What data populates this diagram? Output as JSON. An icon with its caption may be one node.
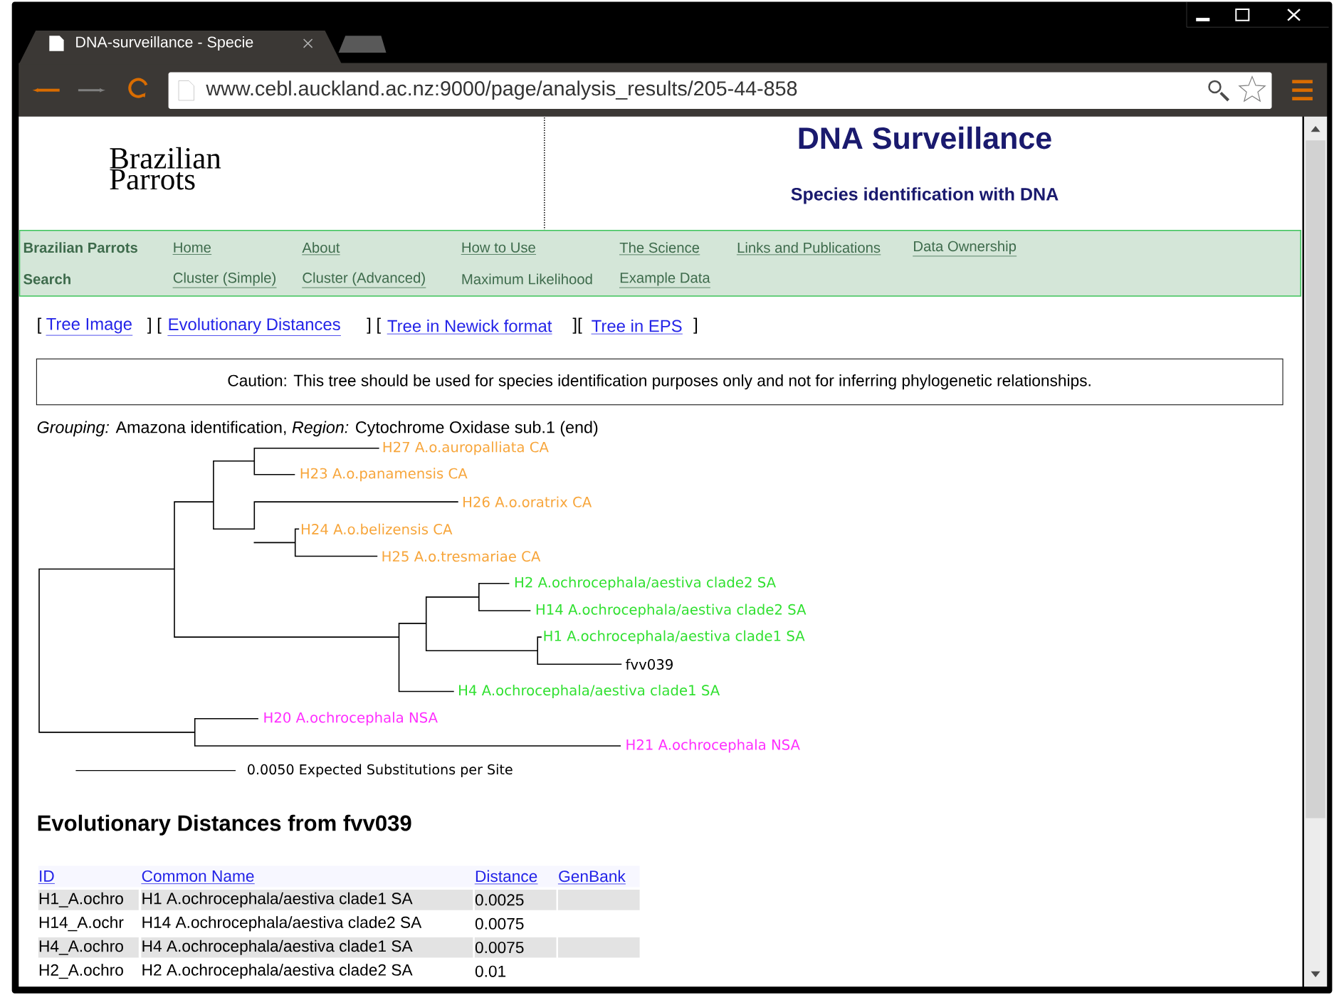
{
  "diagram": {
    "title": "DNA Surveillance",
    "nodes": [
      {
        "text": [
          "Caution: This tree should be used for species identification purposes only and not for inferring phylogenetic relationships."
        ]
      }
    ],
    "labels": [
      "DNA-surveillance - Specie",
      "www.cebl.auckland.ac.nz:9000/page/analysis_results/205-44-858",
      "Brazilian Parrots",
      "Species identification with DNA",
      "Brazilian Parrots",
      "Home",
      "About",
      "How to Use",
      "The Science",
      "Links and Publications",
      "Data Ownership",
      "Search",
      "Cluster (Simple)",
      "Cluster (Advanced)",
      "Maximum Likelihood",
      "Example Data",
      "[",
      "Tree Image",
      "] [",
      "Evolutionary Distances",
      "] [",
      "Tree in Newick format",
      "][",
      "Tree in EPS",
      "]",
      "*Grouping:* Amazona identification, *Region:* Cytochrome Oxidase sub.1 (end)",
      "H27 A.o.auropalliata CA",
      "H23 A.o.panamensis CA",
      "H26 A.o.oratrix CA",
      "H24 A.o.belizensis CA",
      "H25 A.o.tresmariae CA",
      "H2 A.ochrocephala/aestiva clade2 SA",
      "H14 A.ochrocephala/aestiva clade2 SA",
      "H1 A.ochrocephala/aestiva clade1 SA",
      "fvv039",
      "H4 A.ochrocephala/aestiva clade1 SA",
      "H20 A.ochrocephala NSA",
      "H21 A.ochrocephala NSA",
      "0.0050 Expected Substitutions per Site",
      "Evolutionary Distances from fvv039",
      "ID",
      "Common Name",
      "Distance",
      "GenBank",
      "H1_A.ochro",
      "H1 A.ochrocephala/aestiva clade1 SA",
      "0.0025",
      "H14_A.ochr",
      "H14 A.ochrocephala/aestiva clade2 SA",
      "0.0075",
      "H4_A.ochro",
      "H4 A.ochrocephala/aestiva clade1 SA",
      "0.0075",
      "H2_A.ochro",
      "H2 A.ochrocephala/aestiva clade2 SA",
      "0.01"
    ]
  }
}
